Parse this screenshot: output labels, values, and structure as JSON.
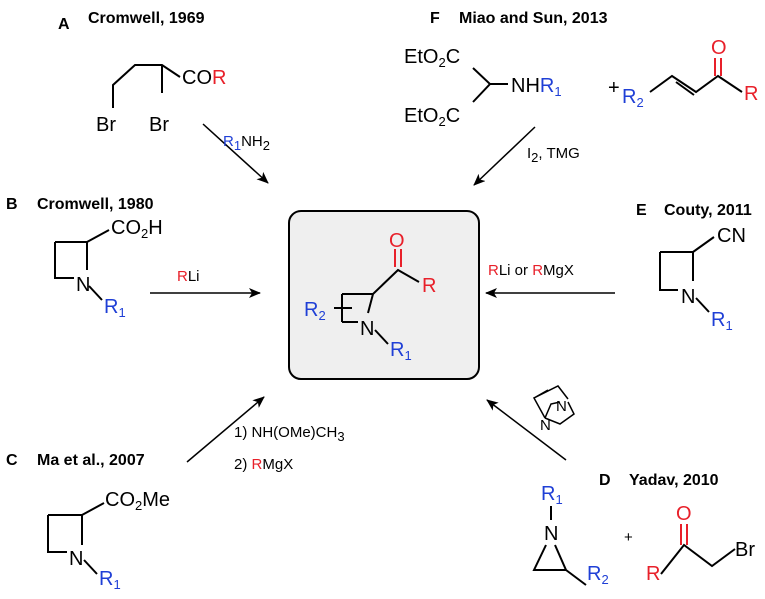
{
  "colors": {
    "r_group": "#e8202a",
    "r1_group": "#1f3fd6",
    "bond": "#000000",
    "box_fill": "#efefef"
  },
  "panels": {
    "A": {
      "letter": "A",
      "title": "Cromwell, 1969"
    },
    "B": {
      "letter": "B",
      "title": "Cromwell, 1980"
    },
    "C": {
      "letter": "C",
      "title": "Ma et al., 2007"
    },
    "D": {
      "letter": "D",
      "title": "Yadav, 2010"
    },
    "E": {
      "letter": "E",
      "title": "Couty, 2011"
    },
    "F": {
      "letter": "F",
      "title": "Miao and Sun, 2013"
    }
  },
  "atoms": {
    "br": "Br",
    "co": "CO",
    "c": "C",
    "o": "O",
    "h": "H",
    "n": "N",
    "r": "R",
    "r_sym": "R",
    "sub1": "1",
    "sub2": "2",
    "cn": "CN",
    "eto": "EtO",
    "nh": "NH",
    "me": "Me",
    "plus": "+"
  },
  "conditions": {
    "A": {
      "reagent": "NH",
      "reagent_sub": "2"
    },
    "B": {
      "reagent": "Li"
    },
    "C": {
      "step1": "1) NH(OMe)CH",
      "step1_sub": "3",
      "step2_prefix": "2) ",
      "step2_suffix": "MgX"
    },
    "E": {
      "text_mid": "Li or ",
      "text_end": "MgX"
    },
    "F": {
      "reagent": "I",
      "reagent_sub": "2",
      "reagent_rest": ", TMG"
    }
  }
}
